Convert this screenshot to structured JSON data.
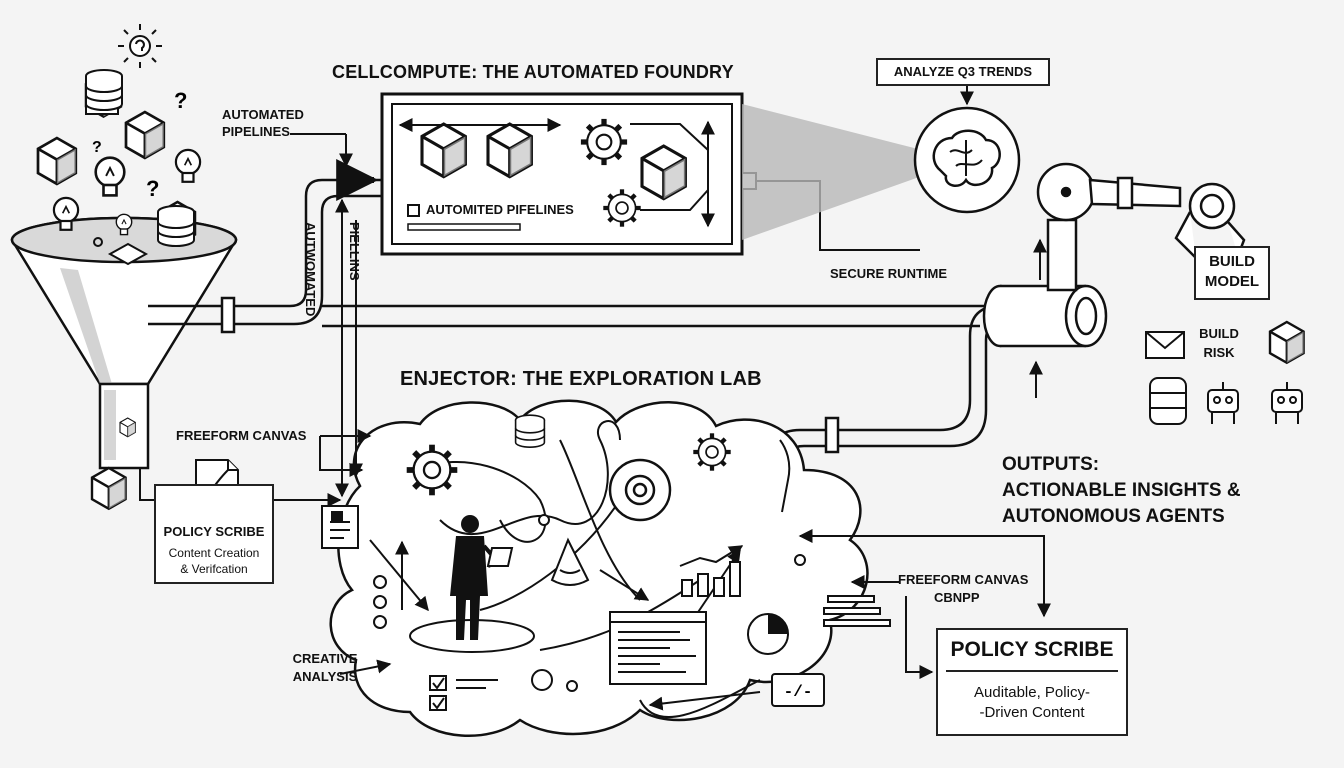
{
  "foundry": {
    "title": "CELLCOMPUTE: THE AUTOMATED FOUNDRY",
    "pipelines_label": "AUTOMATED PIPELINES",
    "inner_label": "AUTOMITED PIFELINES",
    "vertical_label_1": "AUTWOMATED",
    "vertical_label_2": "PIELLINS",
    "secure_runtime": "SECURE RUNTIME"
  },
  "analyze": {
    "prompt": "ANALYZE Q3 TRENDS"
  },
  "robot": {
    "build_model": "BUILD MODEL",
    "build_risk": "BUILD RISK"
  },
  "lab": {
    "title": "ENJECTOR: THE EXPLORATION LAB",
    "freeform_left": "FREEFORM CANVAS",
    "freeform_right_1": "FREEFORM CANVAS",
    "freeform_right_2": "CBNPP",
    "creative": "CREATIVE ANALYSIS",
    "code_tag": "-/-"
  },
  "policy_small": {
    "title": "POLICY SCRIBE",
    "line1": "Content Creation",
    "line2": "& Verifcation"
  },
  "policy_large": {
    "title": "POLICY SCRIBE",
    "line1": "Auditable, Policy-",
    "line2": "-Driven Content"
  },
  "outputs": {
    "line1": "OUTPUTS:",
    "line2": "ACTIONABLE INSIGHTS &",
    "line3": "AUTONOMOUS AGENTS"
  },
  "icons": [
    "idea-sun-icon",
    "cube-icon",
    "question-icon",
    "lightbulb-icon",
    "database-icon",
    "funnel-icon",
    "gear-icon",
    "brain-icon",
    "robot-arm-icon",
    "envelope-icon",
    "server-icon",
    "robot-icon",
    "person-laptop-icon",
    "chart-icon",
    "pie-chart-icon",
    "checklist-icon",
    "document-icon",
    "target-icon",
    "cone-icon"
  ],
  "colors": {
    "ink": "#111111",
    "background": "#f4f4f4",
    "shade": "#c8c8c8"
  }
}
